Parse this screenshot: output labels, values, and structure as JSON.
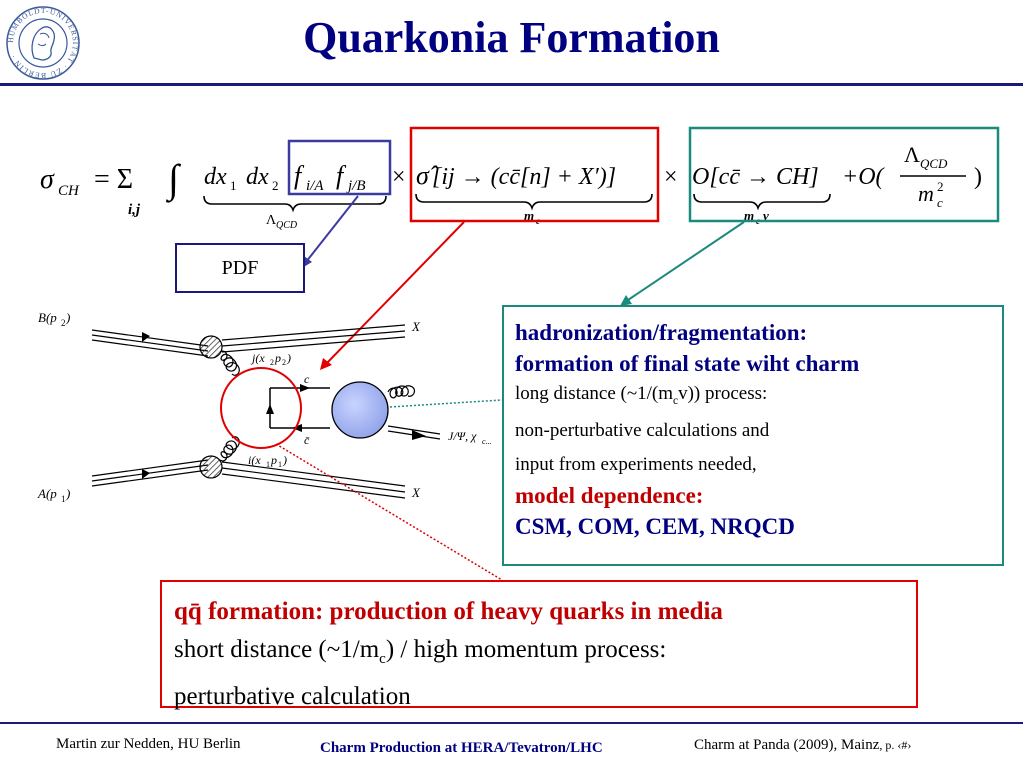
{
  "title": "Quarkonia Formation",
  "logo": {
    "ring_text": "HUMBOLDT-UNIVERSITÄT · ZU BERLIN ·"
  },
  "formula": {
    "sigma": "σ",
    "sigma_sub": "CH",
    "equals_sum": "= Σ",
    "sum_sub": "i,j",
    "integral": "∫",
    "dx": "dx",
    "one": "1",
    "two": "2",
    "f": "f",
    "i_over_a": "i/A",
    "j_over_b": "j/B",
    "times1": "×",
    "sigma_hat": "σ̂",
    "process_a": "[ij → (cc̄[n] + X′)]",
    "times2": "×",
    "o_term": "O[cc̄ → CH]",
    "plus_o": "+O(",
    "lambda_qcd": "Λ",
    "lambda_sub": "QCD",
    "mc": "m",
    "mc_sub": "c",
    "mc_sup": "2",
    "close": ")",
    "under1": "Λ",
    "under1_sub": "QCD",
    "under2": "m",
    "under2_sub": "c",
    "under3": "m",
    "under3_sub": "c",
    "under3_tail": "v"
  },
  "pdf_label": "PDF",
  "diagram": {
    "b_label": "B(p",
    "b_sub": "2",
    "b_close": ")",
    "a_label": "A(p",
    "a_sub": "1",
    "a_close": ")",
    "x_top": "X",
    "x_bot": "X",
    "j_label": "j(x",
    "j_sub": "2",
    "j_mid": "p",
    "j_sub2": "2",
    "j_close": ")",
    "i_label": "i(x",
    "i_sub": "1",
    "i_mid": "p",
    "i_sub2": "1",
    "i_close": ")",
    "c_top": "c",
    "c_bot": "c̄",
    "jpsi": "J/Ψ, χ",
    "jpsi_sub": "c..."
  },
  "hadron": {
    "title1": "hadronization/fragmentation:",
    "title2": "formation of final state wiht charm",
    "line1_pre": "long distance (~1/(m",
    "line1_sub": "c",
    "line1_post": "v)) process:",
    "line2": "non-perturbative calculations and",
    "line3": "input from experiments needed,",
    "red": "model dependence:",
    "models": "CSM, COM, CEM, NRQCD"
  },
  "qq": {
    "title_q": "qq̄",
    "title_rest": " formation: production of heavy quarks in media",
    "line1_pre": "short distance (~1/m",
    "line1_sub": "c",
    "line1_post": ") / high momentum process:",
    "line2": "perturbative calculation"
  },
  "footer": {
    "left": "Martin zur Nedden, HU Berlin",
    "center": "Charm Production at HERA/Tevatron/LHC",
    "right": "Charm at Panda (2009), Mainz",
    "page_label": ", p. ‹#›"
  },
  "colors": {
    "navy": "#000080",
    "red": "#e00000",
    "teal": "#1b8a7e",
    "blue_box": "#3a3aa0"
  }
}
